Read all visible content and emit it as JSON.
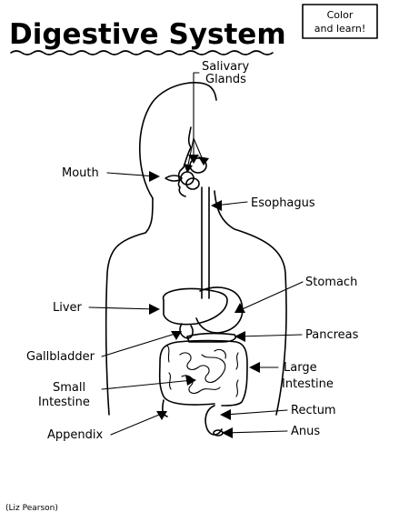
{
  "title": "Digestive System",
  "badge": [
    "Color",
    "and learn!"
  ],
  "credit": "(Liz Pearson)",
  "labels": {
    "salivary_glands": [
      "Salivary",
      "Glands"
    ],
    "mouth": "Mouth",
    "esophagus": "Esophagus",
    "stomach": "Stomach",
    "liver": "Liver",
    "pancreas": "Pancreas",
    "gallbladder": "Gallbladder",
    "large_intestine": [
      "Large",
      "Intestine"
    ],
    "small_intestine": [
      "Small",
      "Intestine"
    ],
    "rectum": "Rectum",
    "appendix": "Appendix",
    "anus": "Anus"
  },
  "colors": {
    "ink": "#000000",
    "paper": "#ffffff"
  }
}
